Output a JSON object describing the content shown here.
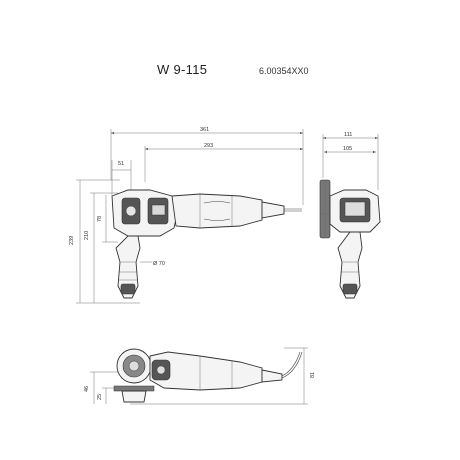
{
  "header": {
    "model": "W 9-115",
    "part_number": "6.00354XX0"
  },
  "dimensions": {
    "overall_length": "361",
    "body_length": "293",
    "head_offset": "51",
    "head_height": "78",
    "total_height_with_handle": "239",
    "height_to_handle": "210",
    "grip_diameter": "Ø 70",
    "top_width": "111",
    "body_width": "105",
    "side_height": "81",
    "side_guard_height": "46",
    "side_base_height": "25"
  }
}
